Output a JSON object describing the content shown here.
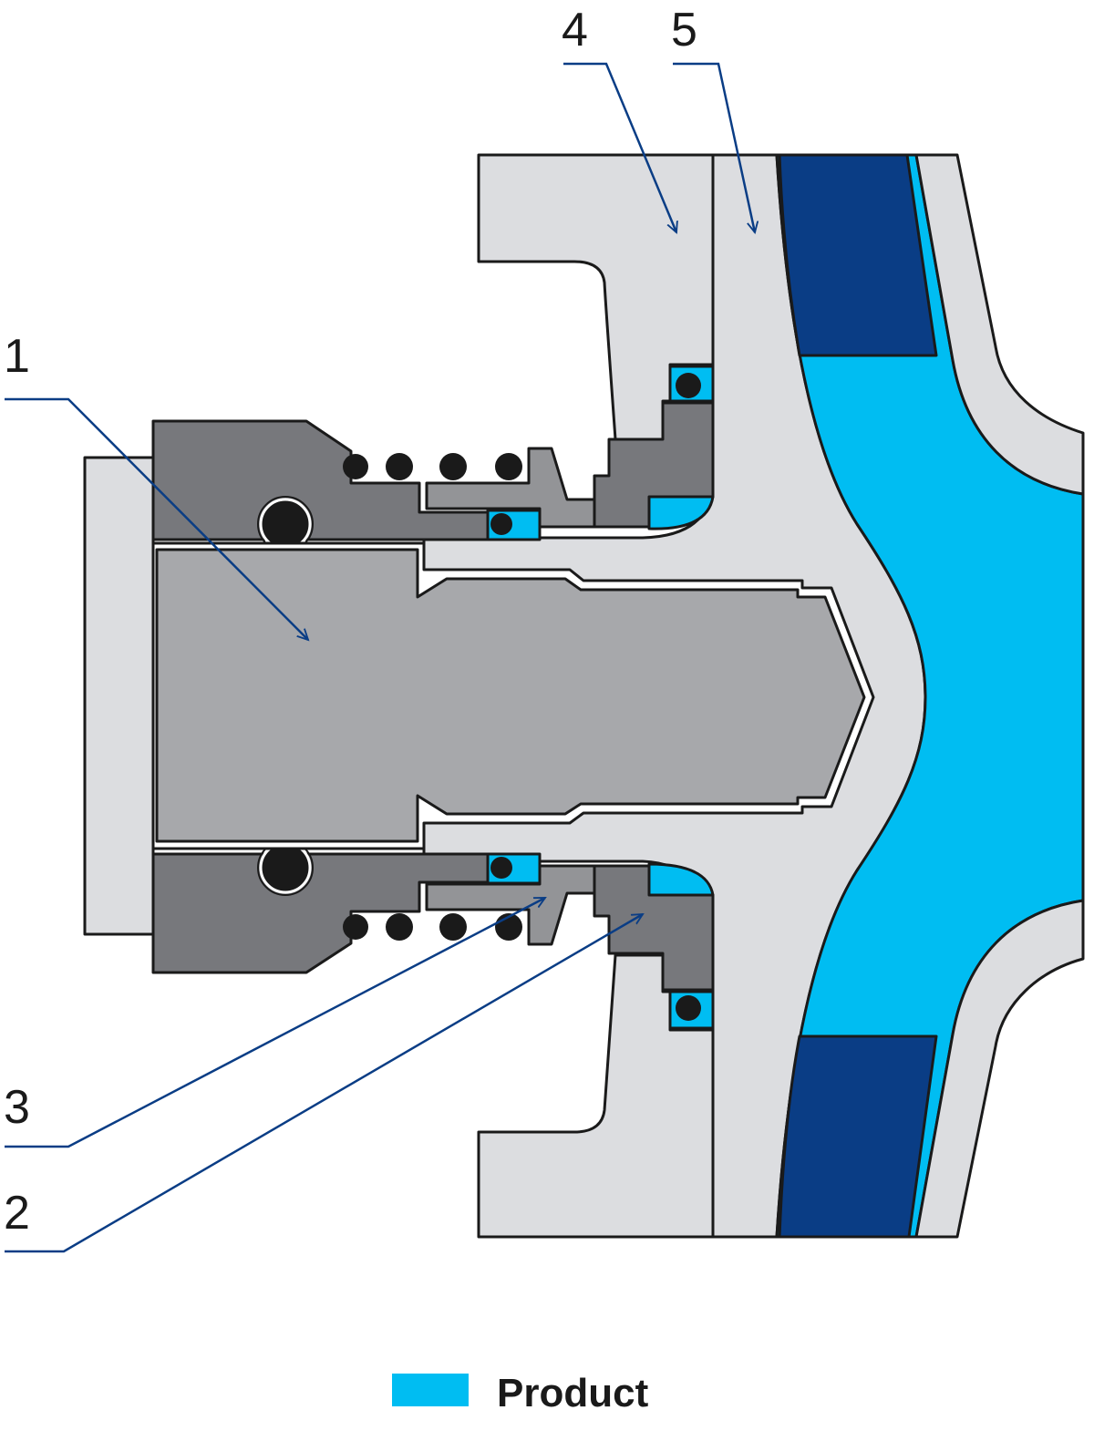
{
  "callouts": {
    "c1": "1",
    "c2": "2",
    "c3": "3",
    "c4": "4",
    "c5": "5"
  },
  "legend": {
    "label": "Product",
    "color": "#00bdf2"
  },
  "colors": {
    "light_gray": "#dcdde0",
    "dark_gray": "#77787c",
    "mid_gray": "#a7a8ab",
    "seal_face": "#939497",
    "product_blue": "#00bdf2",
    "dark_blue": "#0a3d85",
    "leader": "#0a3d85"
  }
}
